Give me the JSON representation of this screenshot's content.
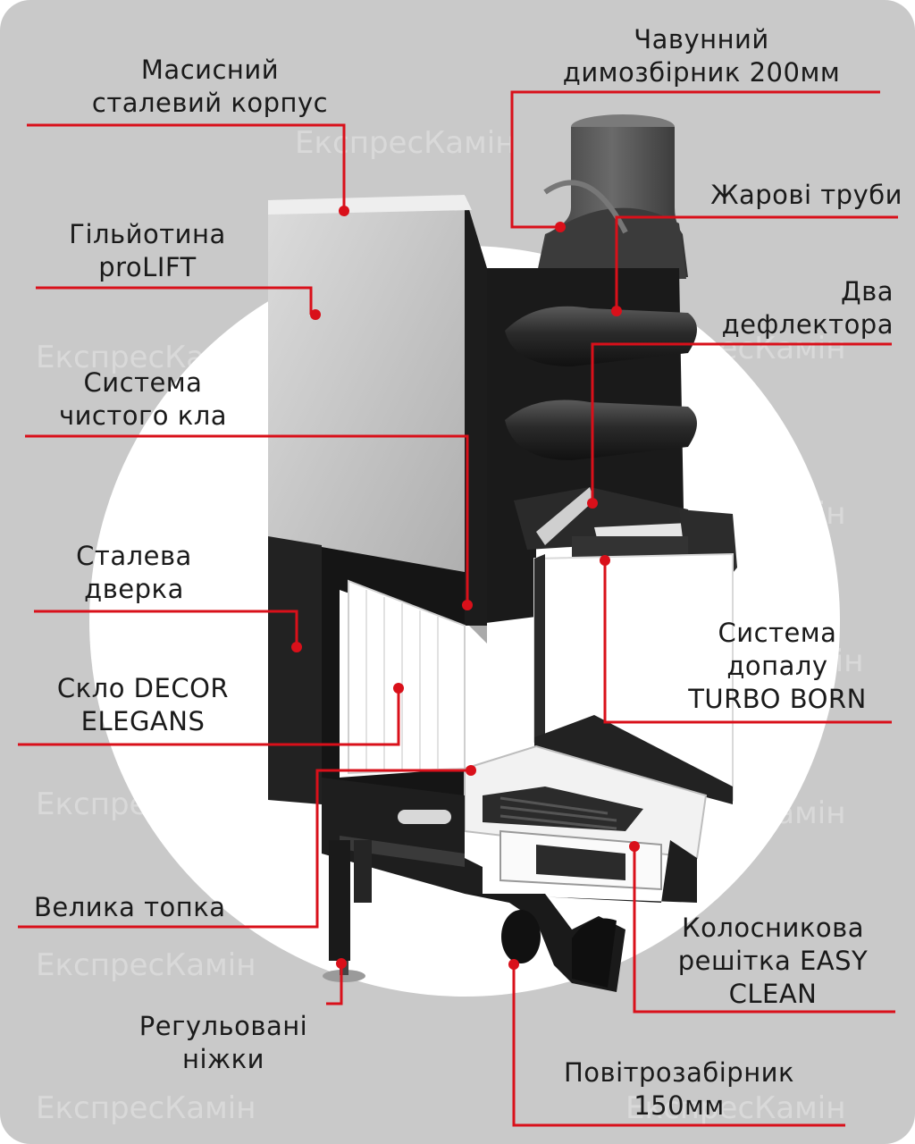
{
  "watermark": "ЕкспресКамін",
  "colors": {
    "background": "#c9c9c9",
    "circle": "#ffffff",
    "leader": "#d9101a",
    "text": "#1a1a1a"
  },
  "labels": {
    "steel_body": [
      "Масисний",
      "сталевий корпус"
    ],
    "smoke_collector": [
      "Чавунний",
      "димозбірник 200мм"
    ],
    "heat_pipes": [
      "Жарові труби"
    ],
    "guillotine": [
      "Гільйотина",
      "proLIFT"
    ],
    "deflectors": [
      "Два",
      "дефлектора"
    ],
    "clean_glass": [
      "Система",
      "чистого кла"
    ],
    "steel_door": [
      "Сталева",
      "дверка"
    ],
    "afterburn": [
      "Система",
      "допалу",
      "TURBO BORN"
    ],
    "glass": [
      "Скло DECOR",
      "ELEGANS"
    ],
    "firebox": [
      "Велика топка"
    ],
    "grate": [
      "Колосникова",
      "решітка EASY",
      "CLEAN"
    ],
    "legs": [
      "Регульовані",
      "ніжки"
    ],
    "air_intake": [
      "Повітрозабірник",
      "150мм"
    ]
  }
}
